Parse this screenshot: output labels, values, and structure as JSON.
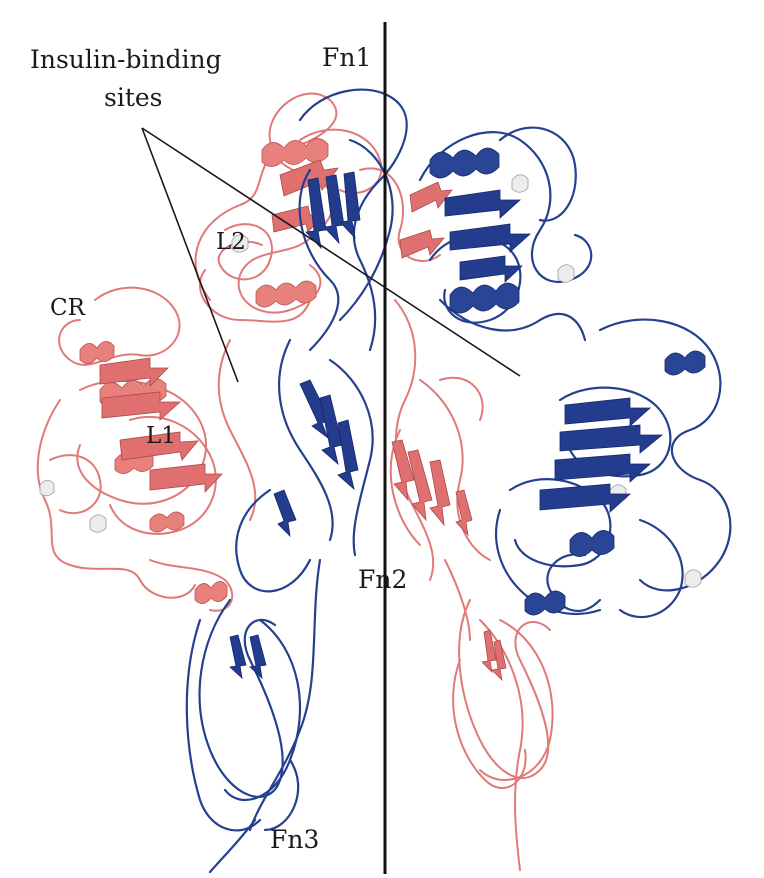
{
  "figure": {
    "labels": {
      "insulin_binding_line1": "Insulin-binding",
      "insulin_binding_line2": "sites",
      "fn1": "Fn1",
      "l2": "L2",
      "cr": "CR",
      "l1": "L1",
      "fn2": "Fn2",
      "fn3": "Fn3"
    },
    "colors": {
      "monomer_a": "#e07a78",
      "monomer_b": "#24408f",
      "helix_highlight": "#ececec",
      "divider": "#111111"
    }
  }
}
